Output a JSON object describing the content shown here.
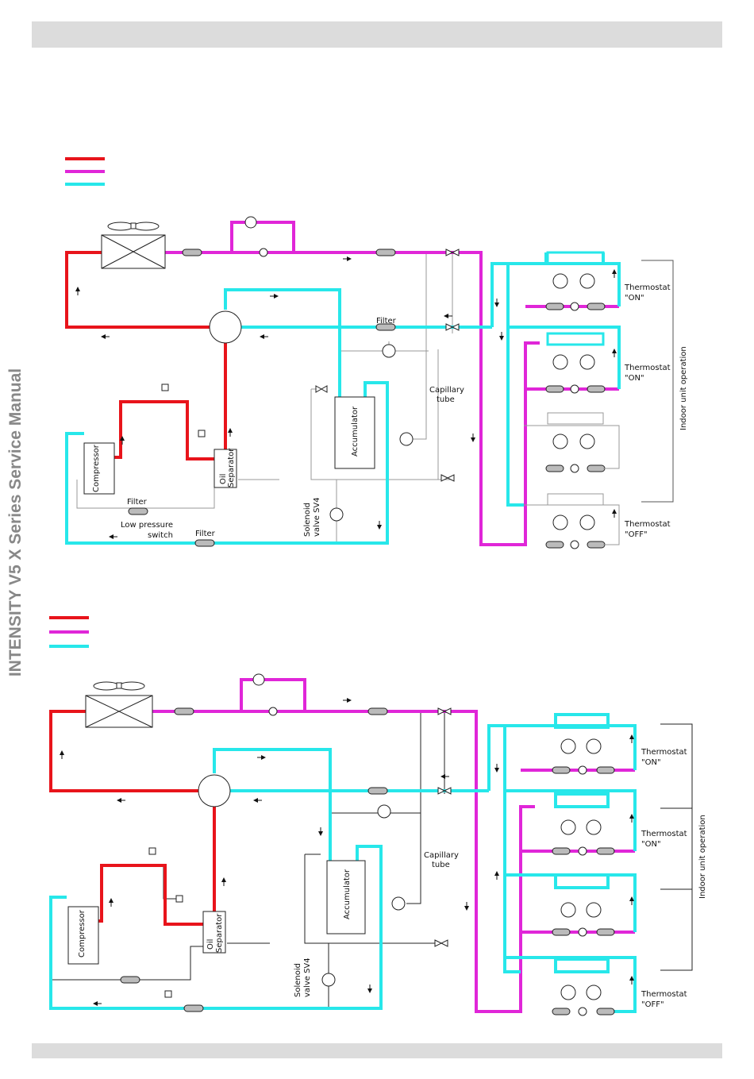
{
  "header": {
    "side_title": "INTENSITY V5 X Series Service Manual"
  },
  "colors": {
    "high_pressure_gas": "#e8141b",
    "high_pressure_liquid": "#e026d8",
    "low_pressure": "#27e7ea",
    "outline": "#222222",
    "bar": "#dcdcdc",
    "side_title": "#888888"
  },
  "diagram1": {
    "labels": {
      "filter_top": "Filter",
      "capillary_1": "Capillary",
      "capillary_2": "tube",
      "accumulator": "Accumulator",
      "compressor": "Compressor",
      "oil_sep_1": "Oil",
      "oil_sep_2": "Separator",
      "filter_mid": "Filter",
      "low_pressure_1": "Low pressure",
      "low_pressure_2": "switch",
      "filter_bottom": "Filter",
      "solenoid_1": "Solenoid",
      "solenoid_2": "valve SV4",
      "thermo1_a": "Thermostat",
      "thermo1_b": "\"ON\"",
      "thermo2_a": "Thermostat",
      "thermo2_b": "\"ON\"",
      "thermo3_a": "Thermostat",
      "thermo3_b": "\"OFF\"",
      "indoor_op": "Indoor unit operation"
    }
  },
  "diagram2": {
    "labels": {
      "capillary_1": "Capillary",
      "capillary_2": "tube",
      "accumulator": "Accumulator",
      "compressor": "Compressor",
      "oil_sep_1": "Oil",
      "oil_sep_2": "Separator",
      "solenoid_1": "Solenoid",
      "solenoid_2": "valve SV4",
      "thermo1_a": "Thermostat",
      "thermo1_b": "\"ON\"",
      "thermo2_a": "Thermostat",
      "thermo2_b": "\"ON\"",
      "thermo3_a": "Thermostat",
      "thermo3_b": "\"OFF\"",
      "indoor_op": "Indoor unit operation"
    }
  }
}
